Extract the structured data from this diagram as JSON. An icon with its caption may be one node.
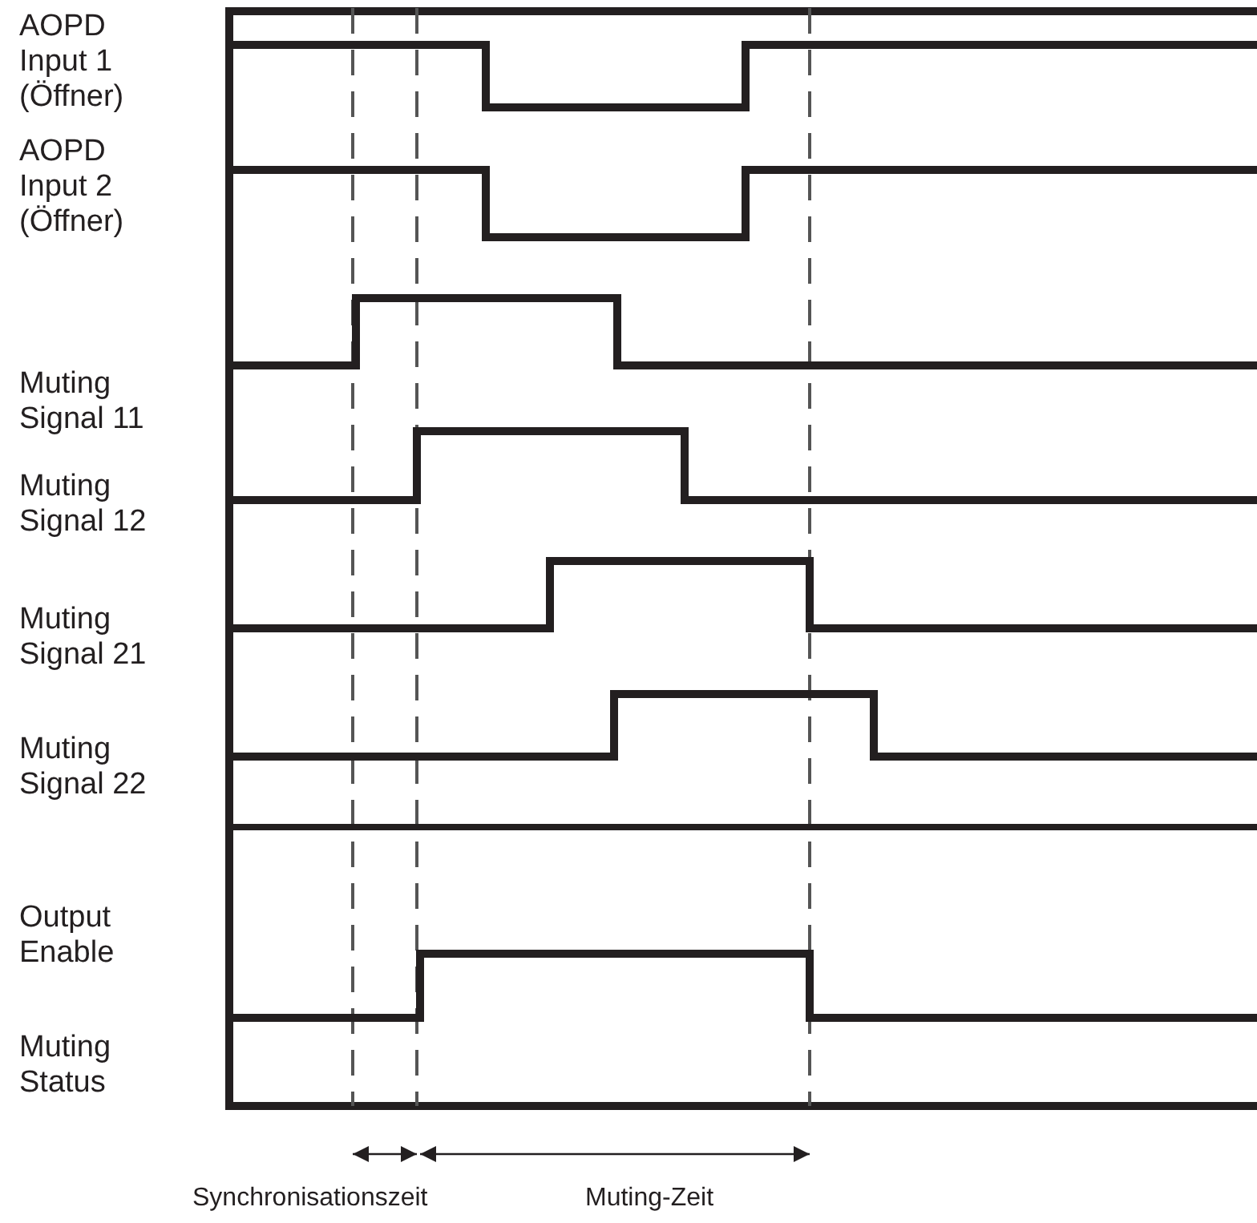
{
  "diagram": {
    "labels": [
      "AOPD Input 1 (Öffner)",
      "AOPD Input 2 (Öffner)",
      "Muting Signal 11",
      "Muting Signal 12",
      "Muting Signal 21",
      "Muting Signal 22",
      "Output Enable",
      "Muting Status",
      "Synchronisationszeit",
      "Muting-Zeit"
    ]
  }
}
